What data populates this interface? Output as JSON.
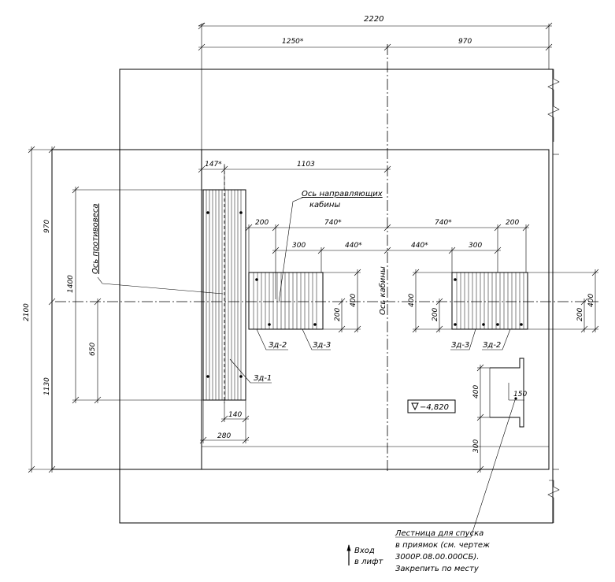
{
  "dims": {
    "top_total": "2220",
    "top_left": "1250*",
    "top_right": "970",
    "offset_147": "147*",
    "dist_1103": "1103",
    "left_200": "200",
    "left_740": "740*",
    "right_740": "740*",
    "right_200": "200",
    "left_300": "300",
    "left_440": "440*",
    "right_440": "440*",
    "right_300": "300",
    "height_total": "2100",
    "upper_970": "970",
    "lower_1130": "1130",
    "height_1400": "1400",
    "height_650": "650",
    "beam_400_l": "400",
    "beam_200_l": "200",
    "beam_400_mid": "400",
    "beam_200_r": "200",
    "beam_400_r": "400",
    "beam_200_rr": "200",
    "width_140": "140",
    "width_280": "280",
    "ladder_400": "400",
    "ladder_150": "150",
    "ladder_300": "300"
  },
  "labels": {
    "guide_axis_line1": "Ось направляющих",
    "guide_axis_line2": "кабины",
    "counterweight_axis": "Ось противовеса",
    "cabin_axis": "Ось кабины",
    "zd1": "Зд-1",
    "zd2_left": "Зд-2",
    "zd3_left": "Зд-3",
    "zd3_right": "Зд-3",
    "zd2_right": "Зд-2",
    "level": "−4,820",
    "ladder_note": [
      "Лестница для спуска",
      "в приямок (см. чертеж",
      "3000Р.08.00.000СБ).",
      "Закрепить по месту"
    ],
    "entrance_line1": "Вход",
    "entrance_line2": "в лифт"
  }
}
